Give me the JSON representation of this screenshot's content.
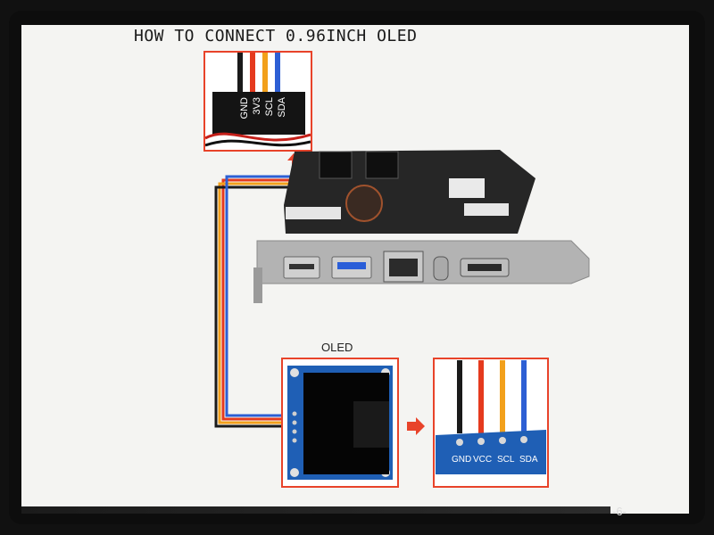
{
  "title": "HOW TO CONNECT 0.96INCH OLED",
  "top_pins": [
    "SDA",
    "SCL",
    "3V3",
    "GND"
  ],
  "oled_label": "OLED",
  "module_pins": [
    "GND",
    "VCC",
    "SCL",
    "SDA"
  ],
  "page_number": "-6-",
  "colors": {
    "highlight_box": "#e8432a",
    "wire_black": "#1a1a1a",
    "wire_red": "#e53a1e",
    "wire_orange": "#f2a01b",
    "wire_blue": "#2d5fd4",
    "board": "#2a2a2a",
    "bracket": "#b3b3b3",
    "usb3_blue": "#2a5ed8",
    "oled_pcb": "#1f5fb5"
  }
}
